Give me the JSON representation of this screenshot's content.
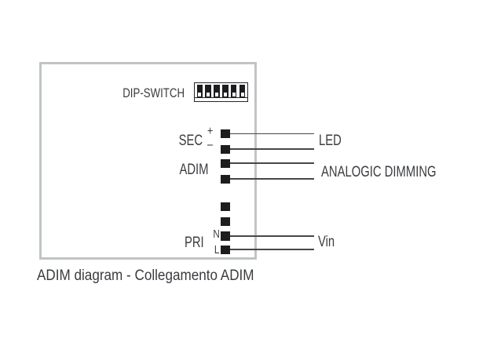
{
  "diagram": {
    "dip_switch": {
      "label": "DIP-SWITCH",
      "positions": 6
    },
    "sec": {
      "label": "SEC",
      "plus": "+",
      "minus": "–"
    },
    "adim": {
      "label": "ADIM"
    },
    "pri": {
      "label": "PRI",
      "neutral": "N",
      "line": "L"
    },
    "connections": {
      "led": "LED",
      "analogic_dimming": "ANALOGIC DIMMING",
      "vin": "Vin"
    }
  },
  "caption": "ADIM diagram - Collegamento ADIM",
  "colors": {
    "box_border": "#c1c4c6",
    "terminal": "#1d1d1f",
    "wire": "#474749",
    "text": "#3a3c3f",
    "background": "#ffffff"
  }
}
